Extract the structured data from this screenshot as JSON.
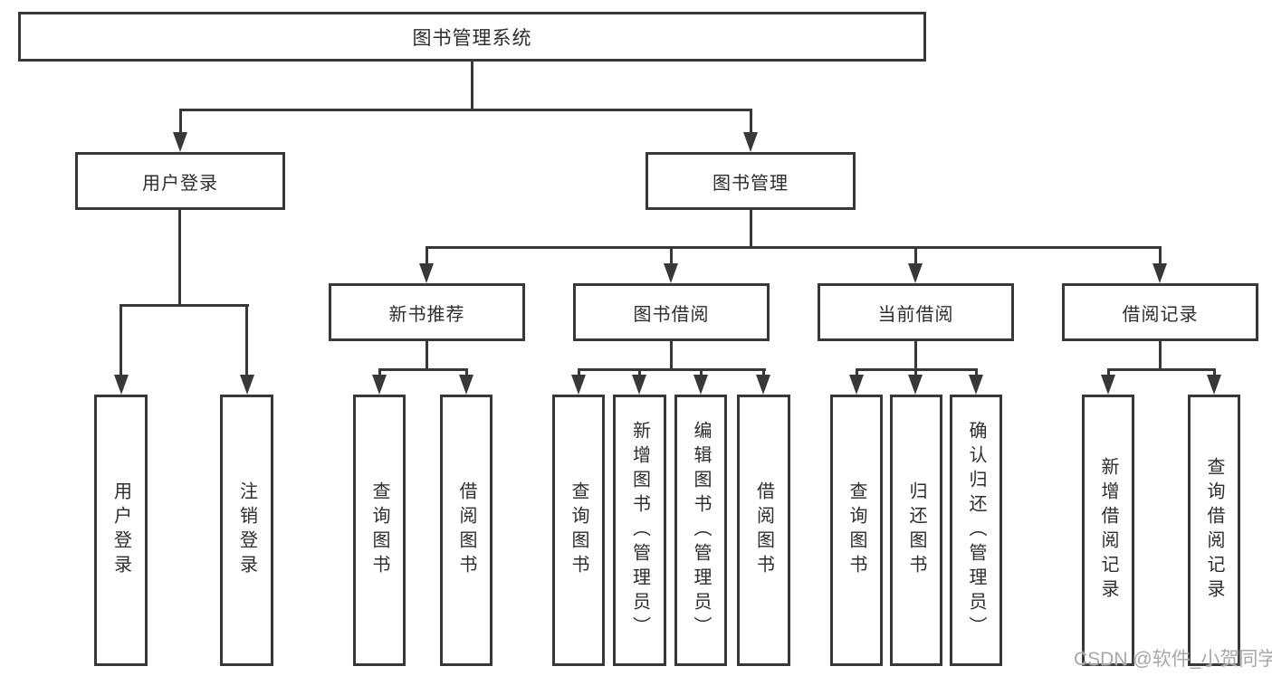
{
  "diagram": {
    "title": "图书管理系统",
    "level2": {
      "user_login": "用户登录",
      "book_mgmt": "图书管理"
    },
    "level3": {
      "new_book_rec": "新书推荐",
      "book_borrow": "图书借阅",
      "current_borrow": "当前借阅",
      "borrow_records": "借阅记录"
    },
    "leaves": {
      "user_login_branch": [
        "用户登录",
        "注销登录"
      ],
      "new_book_rec_branch": [
        "查询图书",
        "借阅图书"
      ],
      "book_borrow_branch": [
        "查询图书",
        "新增图书（管理员）",
        "编辑图书（管理员）",
        "借阅图书"
      ],
      "current_borrow_branch": [
        "查询图书",
        "归还图书",
        "确认归还（管理员）"
      ],
      "borrow_records_branch": [
        "新增借阅记录",
        "查询借阅记录"
      ]
    }
  },
  "watermark": {
    "text": "CSDN @软件_小贺同学"
  },
  "colors": {
    "line": "#383838",
    "text": "#2d2d2d",
    "watermark": "#a8a8a8",
    "background": "#ffffff"
  }
}
